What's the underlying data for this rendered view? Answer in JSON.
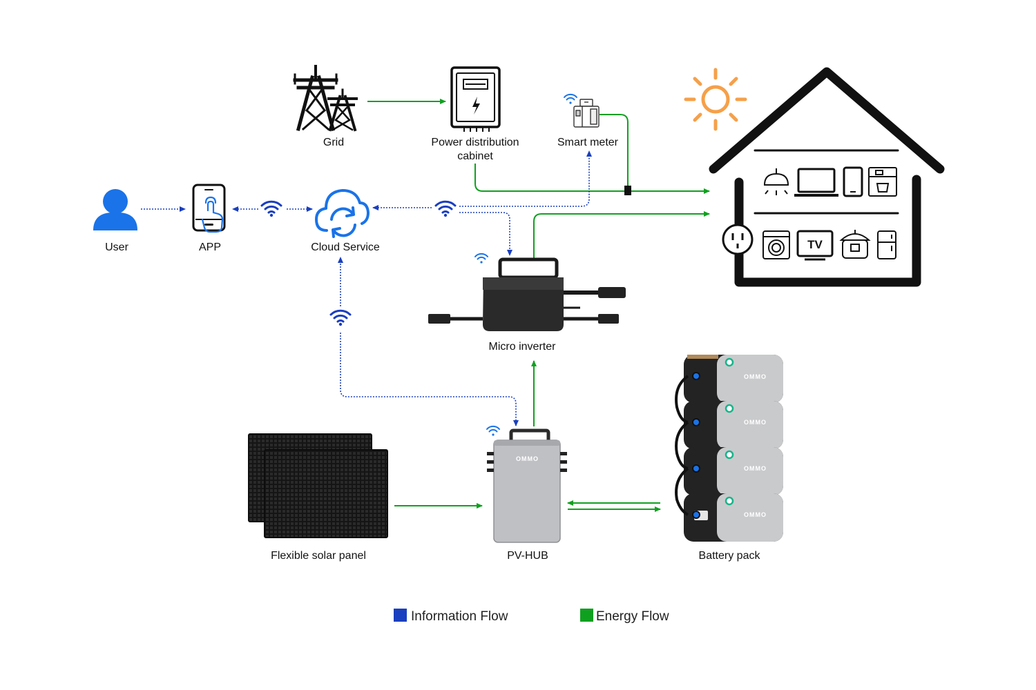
{
  "nodes": {
    "grid": "Grid",
    "cabinet_line1": "Power distribution",
    "cabinet_line2": "cabinet",
    "smart_meter": "Smart meter",
    "user": "User",
    "app": "APP",
    "cloud": "Cloud Service",
    "micro_inverter": "Micro inverter",
    "solar_panel": "Flexible solar panel",
    "pv_hub": "PV-HUB",
    "battery": "Battery pack"
  },
  "brand": {
    "pvhub_logo": "OMMO",
    "battery_logo": "OMMO"
  },
  "appliance_labels": {
    "tv": "TV"
  },
  "legend": [
    {
      "label": "Information Flow",
      "color": "#1a3fbf"
    },
    {
      "label": "Energy Flow",
      "color": "#10a020"
    }
  ],
  "colors": {
    "info": "#1a3fbf",
    "energy": "#10a020",
    "accent_blue": "#1a73e8",
    "sun": "#f5a04a"
  }
}
